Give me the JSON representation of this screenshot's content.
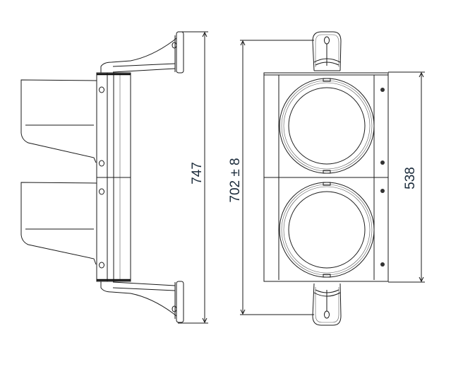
{
  "drawing": {
    "side_view": {
      "height_label": "747"
    },
    "front_view": {
      "overall_label": "702 ± 8",
      "housing_label": "538"
    },
    "colors": {
      "line": "#1a1a1a",
      "dimension_text": "#1a2a3a"
    }
  }
}
